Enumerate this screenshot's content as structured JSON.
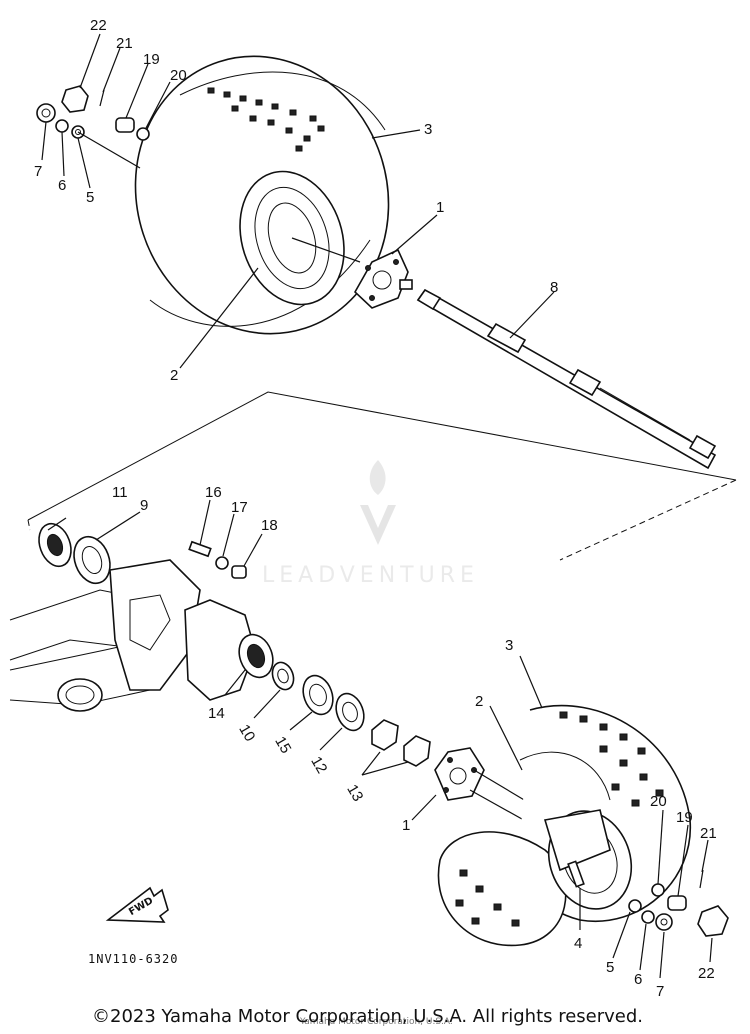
{
  "diagram": {
    "callouts_top": [
      "22",
      "21",
      "19",
      "20",
      "7",
      "6",
      "5",
      "3",
      "1",
      "8",
      "2"
    ],
    "callouts_middle": [
      "11",
      "9",
      "16",
      "17",
      "18"
    ],
    "callouts_bottom": [
      "14",
      "10",
      "15",
      "12",
      "13",
      "1",
      "3",
      "2",
      "20",
      "19",
      "21",
      "4",
      "5",
      "6",
      "7",
      "22"
    ],
    "fwd_label": "FWD",
    "diagram_code": "1NV110-6320",
    "watermark": "LEADVENTURE",
    "copyright": "©2023 Yamaha Motor Corporation, U.S.A. All rights reserved.",
    "under_text": "Yamaha Motor Corporation, U.S.A."
  }
}
